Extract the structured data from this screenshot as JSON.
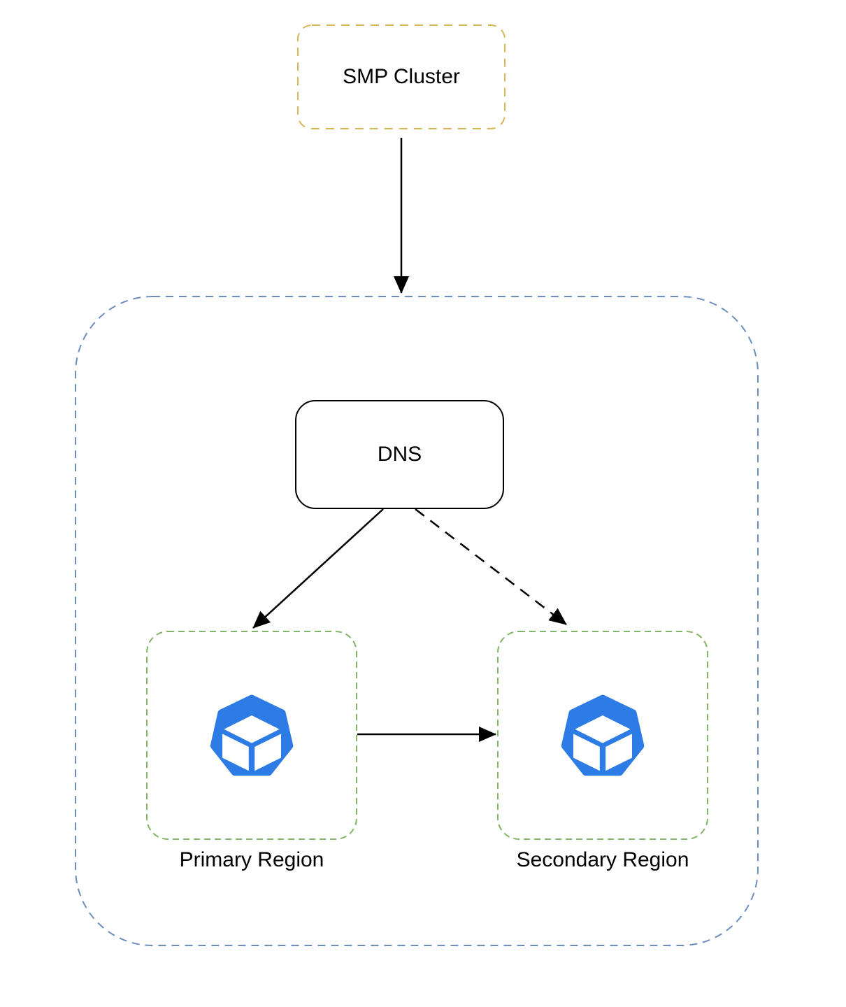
{
  "diagram": {
    "nodes": {
      "smp_cluster": {
        "label": "SMP Cluster",
        "border_style": "dashed"
      },
      "dns": {
        "label": "DNS",
        "border_style": "solid"
      },
      "primary_region": {
        "label": "Primary Region",
        "border_style": "dashed",
        "icon": "kubernetes-cluster-icon"
      },
      "secondary_region": {
        "label": "Secondary Region",
        "border_style": "dashed",
        "icon": "kubernetes-cluster-icon"
      }
    },
    "edges": [
      {
        "from": "smp_cluster",
        "to": "outer-container",
        "style": "solid-arrow"
      },
      {
        "from": "dns",
        "to": "primary_region",
        "style": "solid-arrow"
      },
      {
        "from": "dns",
        "to": "secondary_region",
        "style": "dashed-arrow"
      },
      {
        "from": "primary_region",
        "to": "secondary_region",
        "style": "solid-arrow"
      }
    ],
    "colors": {
      "smp_border": "#D6B656",
      "outer_border": "#6C8EBF",
      "region_border": "#82B366",
      "node_border": "#000000",
      "arrow": "#000000",
      "icon_blue": "#2D7CE5",
      "icon_cube": "#ffffff",
      "node_fill": "#ffffff",
      "text": "#000000"
    }
  }
}
